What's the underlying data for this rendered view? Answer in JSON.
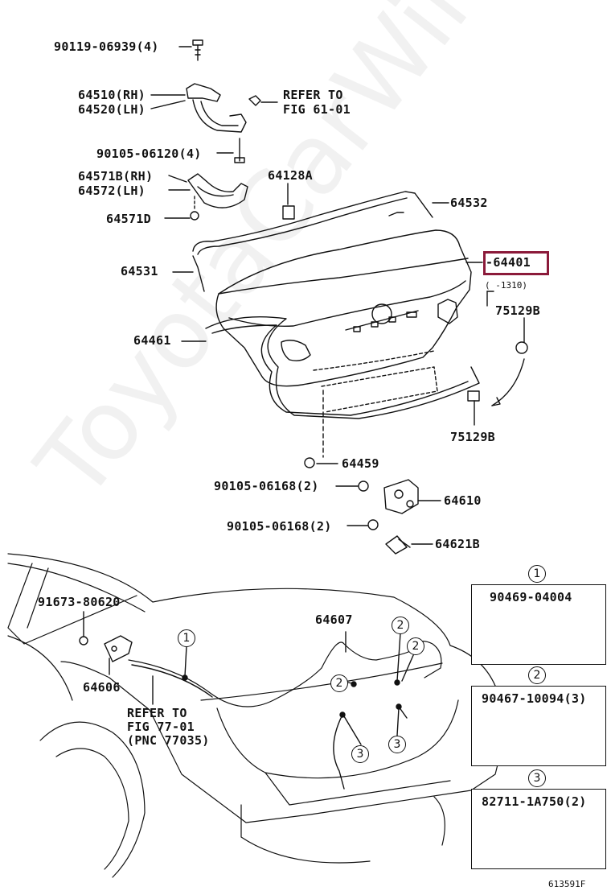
{
  "watermark": "ToyotaCarWire.ru",
  "figure_id": "613591F",
  "highlight_color": "#8b1a3a",
  "parts": {
    "p1": "90119-06939(4)",
    "p2a": "64510(RH)",
    "p2b": "64520(LH)",
    "refer1a": "REFER TO",
    "refer1b": "FIG 61-01",
    "p3": "90105-06120(4)",
    "p4a": "64571B(RH)",
    "p4b": "64572(LH)",
    "p5": "64128A",
    "p6": "64532",
    "p7": "64571D",
    "p8": "64531",
    "p9": "-64401",
    "p9note": "(    -1310)",
    "p10": "75129B",
    "p11": "64461",
    "p12": "75129B",
    "p13": "64459",
    "p14": "90105-06168(2)",
    "p15": "64610",
    "p16": "90105-06168(2)",
    "p17": "64621B",
    "p18": "91673-80620",
    "p19": "64607",
    "p20": "64606",
    "refer2a": "REFER TO",
    "refer2b": "FIG 77-01",
    "refer2c": "(PNC 77035)"
  },
  "legend": [
    {
      "num": "1",
      "part": "90469-04004"
    },
    {
      "num": "2",
      "part": "90467-10094(3)"
    },
    {
      "num": "3",
      "part": "82711-1A750(2)"
    }
  ],
  "callouts": [
    "1",
    "2",
    "2",
    "2",
    "3",
    "3"
  ]
}
